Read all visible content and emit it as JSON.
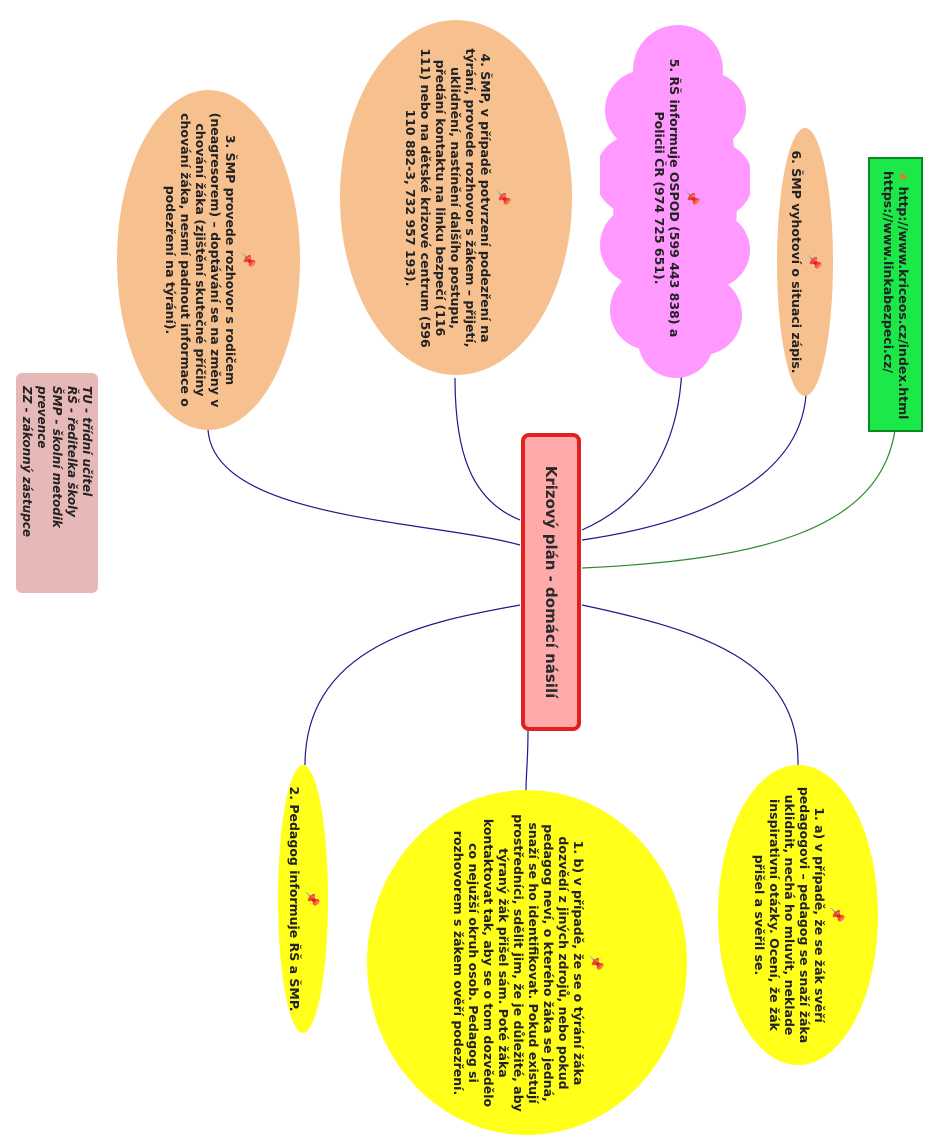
{
  "center": {
    "title": "Krizový plán - domácí násilí"
  },
  "legend": {
    "items": [
      "TU - třídní učitel",
      "ŘŠ - ředitelka školy",
      "ŠMP - školní metodik prevence",
      "ZZ - zákonný zástupce"
    ]
  },
  "links": {
    "lines": [
      "http://www.kriceos.cz/index.html",
      "https://www.linkabezpeci.cz/"
    ],
    "icon": "star-icon"
  },
  "nodes": {
    "n3": "3. ŠMP provede rozhovor s rodičem (neagresorem) – doptávání se na změny v chování žáka (zjištění skutečné příčiny chování žáka, nesmí padnout informace o podezření na týrání).",
    "n4": "4. ŠMP, v případě potvrzení podezření na týrání, provede rozhovor s žákem – přijetí, uklidnění, nastínění dalšího postupu, předání kontaktu na linku bezpečí (116 111) nebo na dětské krizové centrum (596 110 882-3, 732 957 193).",
    "n5": "5. ŘŠ informuje OSPOD (599 443 838) a Policii ČR (974 725 651).",
    "n6": "6. ŠMP vyhotoví o situaci zápis.",
    "n1a": "1. a) v případě, že se žák svěří pedagogovi – pedagog se snaží žáka uklidnit, nechá ho mluvit, neklade inspirativní otázky. Ocení, že žák přišel a svěřil se.",
    "n1b": "1. b) v případě, že se o týrání žáka dozvědí z jiných zdrojů, nebo pokud pedagog neví, o kterého žáka se jedná, snaží se ho identifikovat. Pokud existují prostředníci, sdělit jim, že je důležité, aby týraný žák přišel sám. Poté žáka kontaktovat tak, aby se o tom dozvědělo co nejužší okruh osob. Pedagog si rozhovorem s žákem ověří podezření.",
    "n2": "2. Pedagog informuje ŘŠ a ŠMP."
  },
  "colors": {
    "center_fill": "#ffaaaa",
    "center_border": "#e22020",
    "peach": "#f7c08f",
    "cloud": "#ff99ff",
    "yellow": "#ffff1a",
    "links_fill": "#1de84a",
    "legend_fill": "#e6b8b8",
    "connector_blue": "#1a1a8c",
    "connector_green": "#2a8a2a"
  }
}
